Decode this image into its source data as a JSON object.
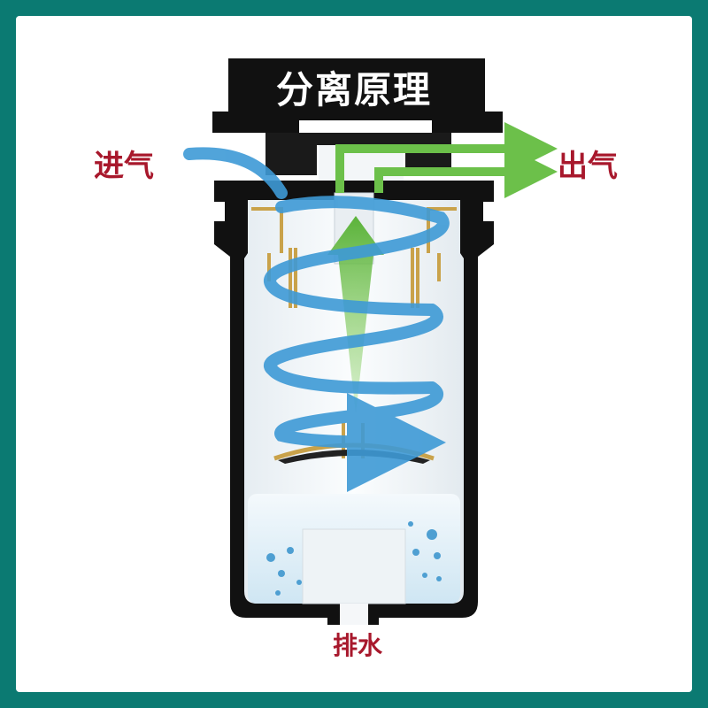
{
  "title": "分离原理",
  "labels": {
    "inlet": "进气",
    "outlet": "出气",
    "drain": "排水"
  },
  "colors": {
    "background_frame": "#0b7a72",
    "housing": "#111111",
    "inlet_air": "#4aa3d8",
    "outlet_air": "#6cc04a",
    "label_text": "#a8182c",
    "water": "#b8dcef",
    "brass_fittings": "#c9a24a"
  }
}
